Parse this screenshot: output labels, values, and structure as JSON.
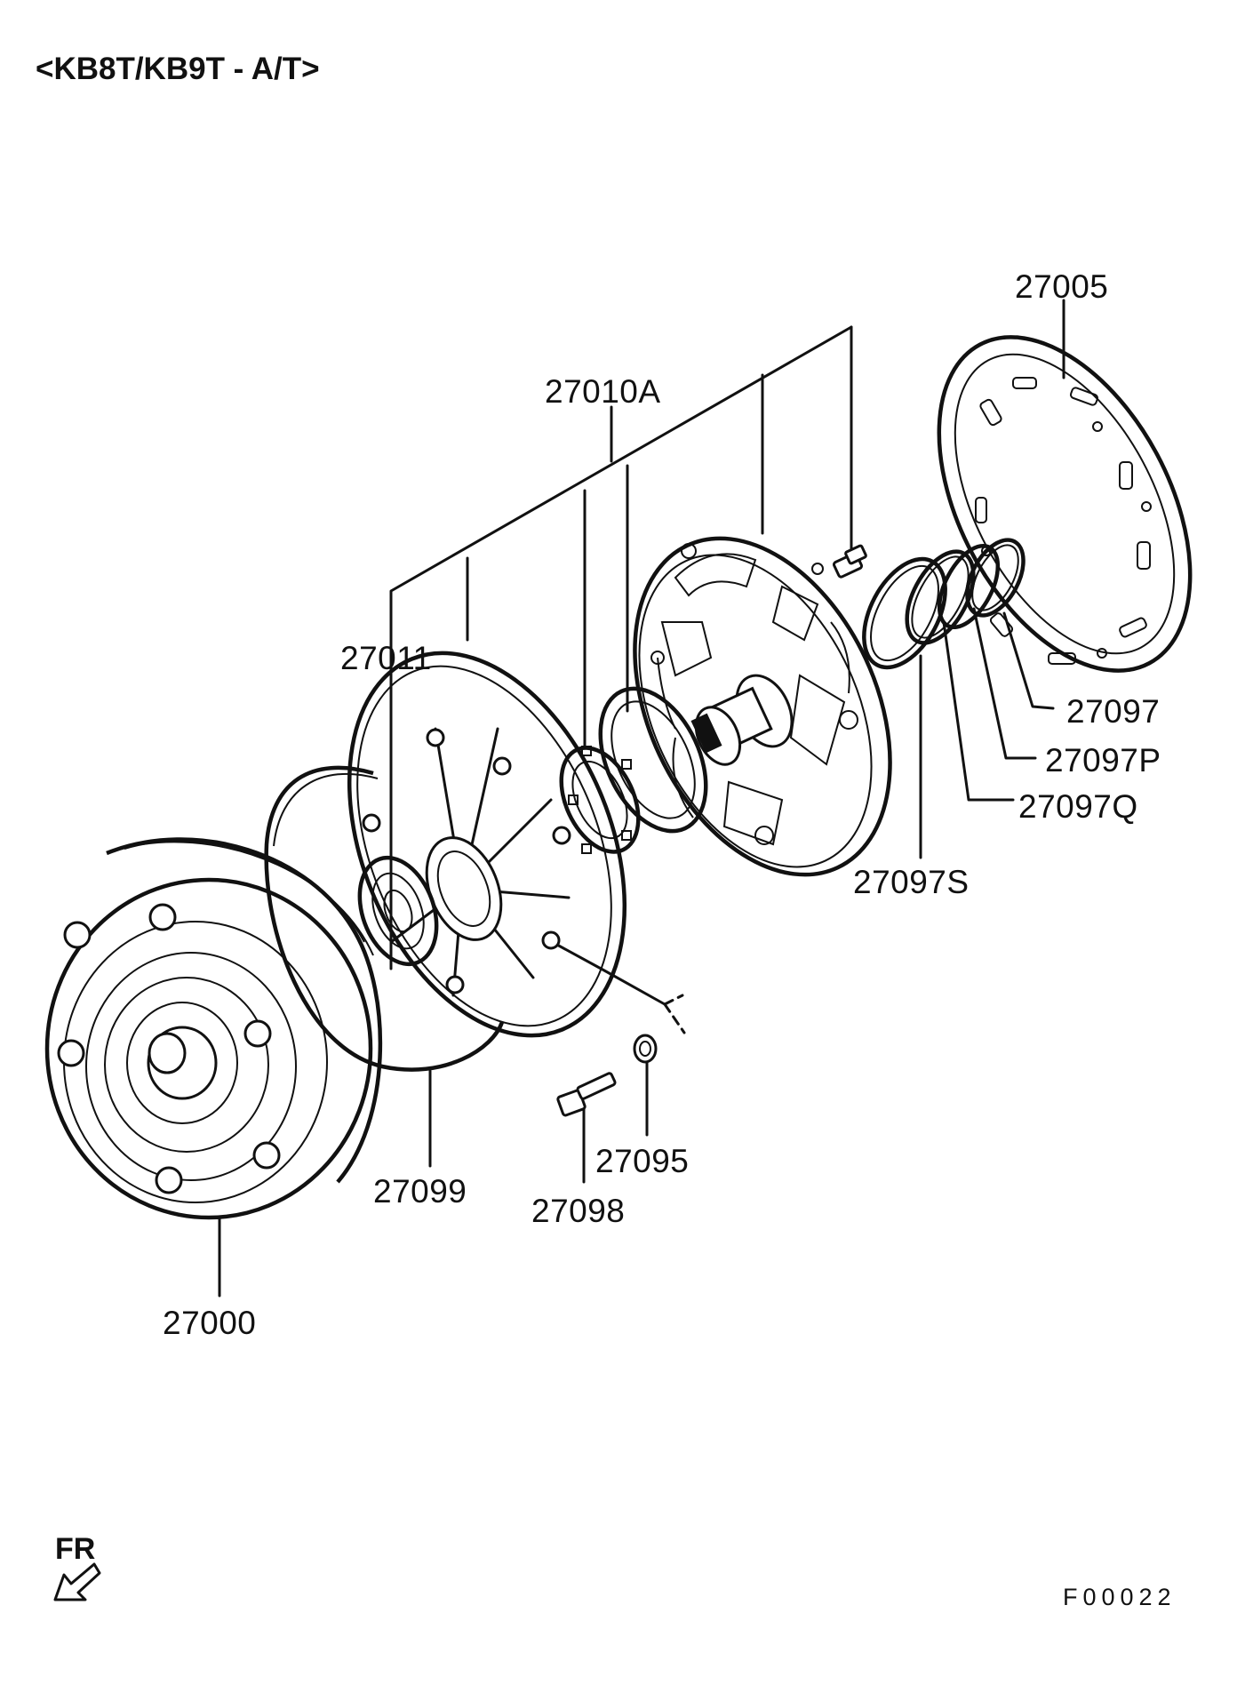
{
  "title": "<KB8T/KB9T - A/T>",
  "figure_code": "F00022",
  "direction_label": "FR",
  "parts": {
    "p27005": "27005",
    "p27010A": "27010A",
    "p27011": "27011",
    "p27097": "27097",
    "p27097P": "27097P",
    "p27097Q": "27097Q",
    "p27097S": "27097S",
    "p27099": "27099",
    "p27095": "27095",
    "p27098": "27098",
    "p27000": "27000"
  },
  "icons": {
    "direction": "front-arrow-icon"
  }
}
